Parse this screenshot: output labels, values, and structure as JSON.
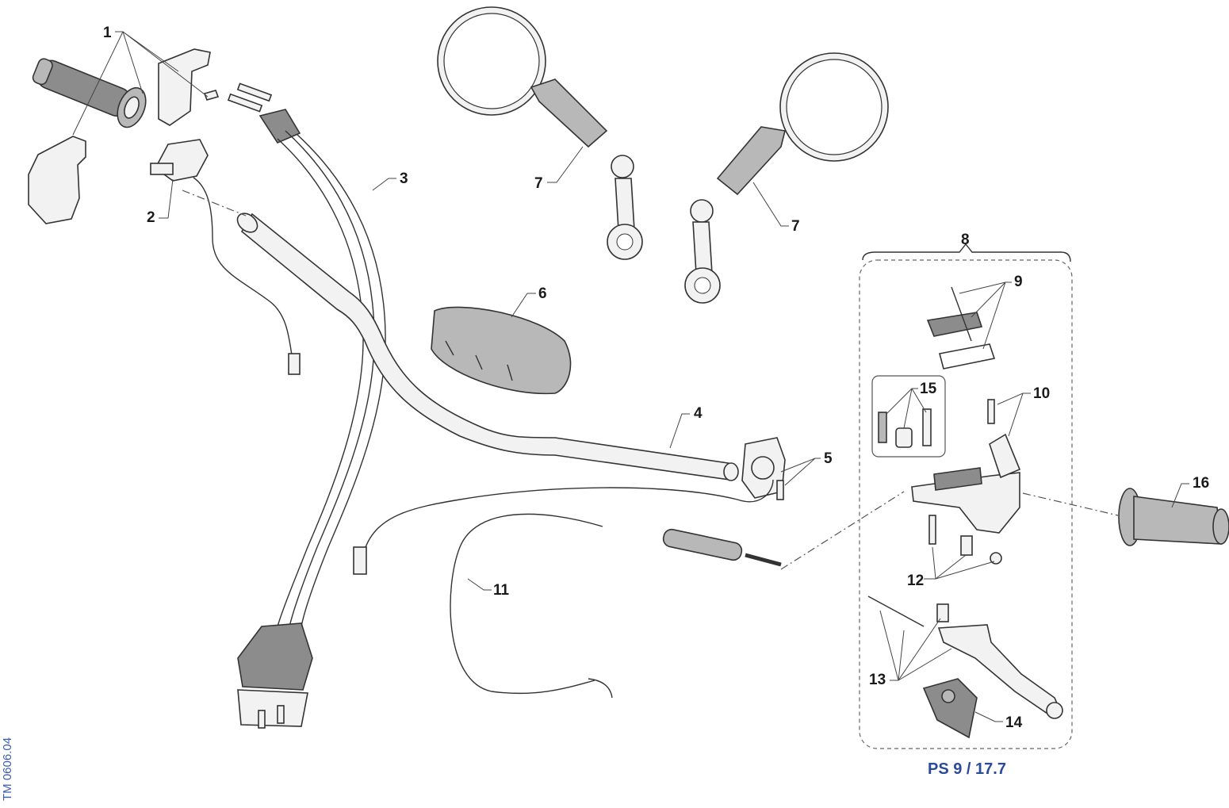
{
  "labels": {
    "l1": "1",
    "l2": "2",
    "l3": "3",
    "l4": "4",
    "l5": "5",
    "l6": "6",
    "l7a": "7",
    "l7b": "7",
    "l8": "8",
    "l9": "9",
    "l10": "10",
    "l11": "11",
    "l12": "12",
    "l13": "13",
    "l14": "14",
    "l15": "15",
    "l16": "16"
  },
  "reference": "PS 9 / 17.7",
  "side_code": "TM 0606.04"
}
